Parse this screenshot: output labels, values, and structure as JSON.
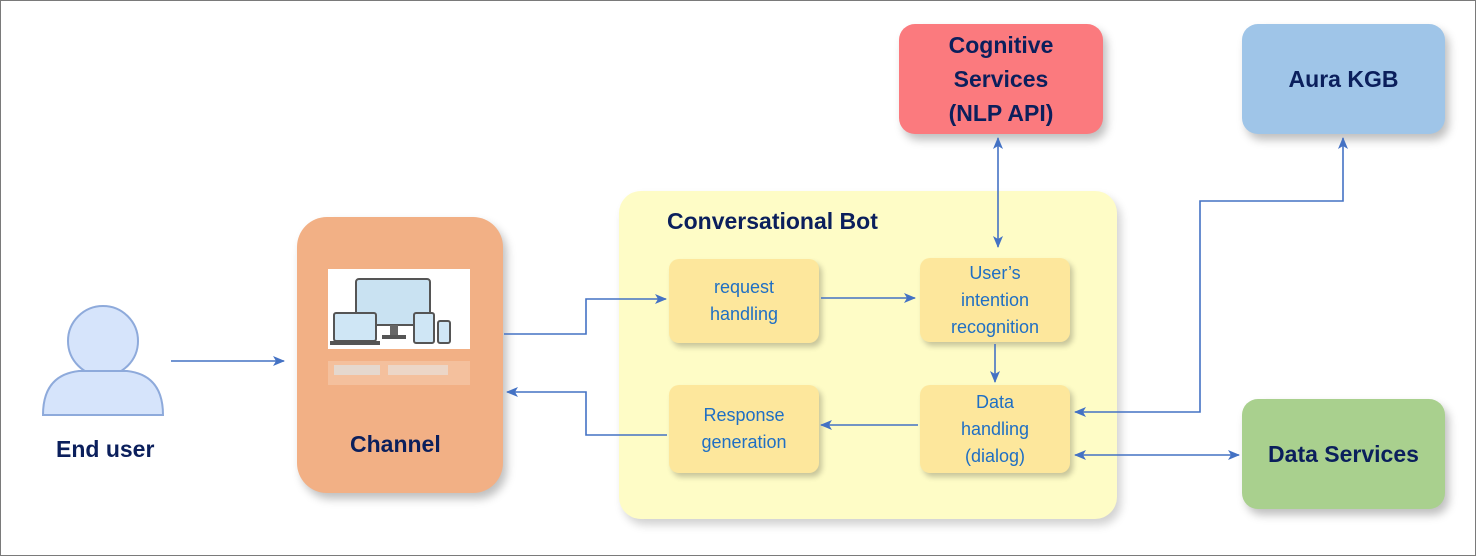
{
  "end_user": {
    "label": "End user"
  },
  "channel": {
    "label": "Channel",
    "icon": "devices-icon"
  },
  "conversational_bot": {
    "title": "Conversational Bot",
    "steps": {
      "request": "request handling",
      "intent": "User’s intention recognition",
      "data": "Data handling (dialog)",
      "response": "Response generation"
    }
  },
  "cognitive_services": {
    "label": "Cognitive Services (NLP API)"
  },
  "aura_kgb": {
    "label": "Aura KGB"
  },
  "data_services": {
    "label": "Data Services"
  },
  "colors": {
    "channel": "#f2b085",
    "bot_container": "#fefcc6",
    "step": "#fde79c",
    "cognitive": "#fb7a7e",
    "aura": "#9fc5e8",
    "data_services": "#a9d08e",
    "arrow": "#4472c4",
    "text_dark": "#0b1f5c",
    "text_step": "#1f6fc4"
  }
}
